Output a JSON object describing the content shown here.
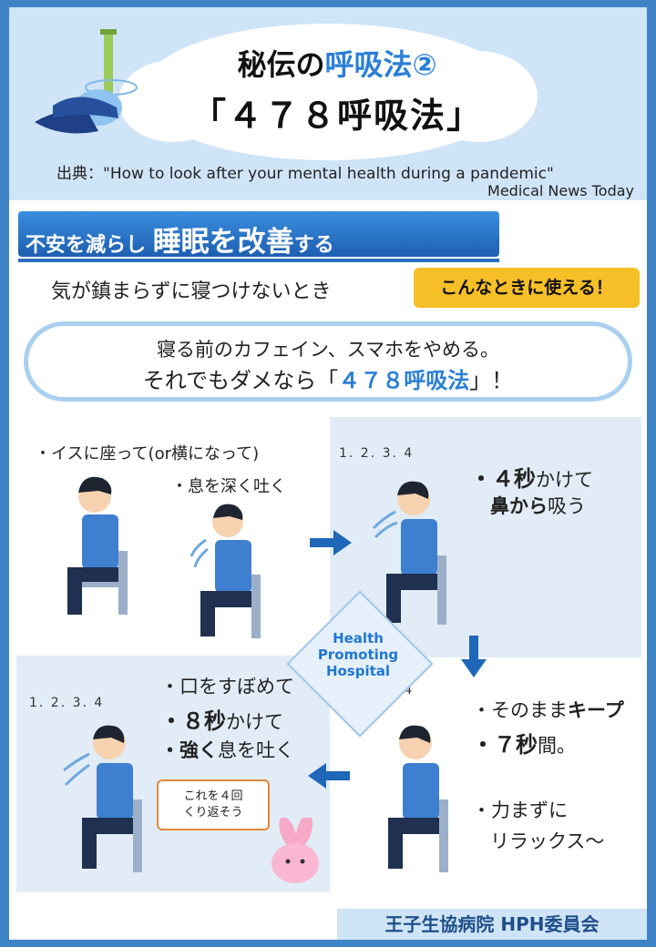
{
  "title": {
    "prefix": "秘伝の",
    "accent": "呼吸法②",
    "main": "「４７８呼吸法」"
  },
  "source": {
    "line1": "出典：\"How to look after your mental health during a pandemic\"",
    "line2": "Medical News Today"
  },
  "banner": {
    "part1": "不安を減らし",
    "part2": "睡眠を改善",
    "part3": "する"
  },
  "when": {
    "text": "気が鎮まらずに寝つけないとき",
    "tag": "こんなときに使える！"
  },
  "tip": {
    "line1": "寝る前のカフェイン、スマホをやめる。",
    "line2_prefix": "それでもダメなら「",
    "line2_accent": "４７８呼吸法",
    "line2_suffix": "」！"
  },
  "steps": {
    "sit": "・イスに座って(or横になって)",
    "exhale": "・息を深く吐く",
    "inhale_b": "・４秒",
    "inhale_rest": "かけて",
    "inhale_line2_b": "鼻から",
    "inhale_line2_rest": "吸う",
    "keep1_prefix": "・そのまま",
    "keep1_b": "キープ",
    "keep2_b": "・７秒",
    "keep2_rest": "間。",
    "relax1": "・力まずに",
    "relax2": "リラックス〜",
    "out1": "・口をすぼめて",
    "out2_b": "・８秒",
    "out2_rest": "かけて",
    "out3_b": "・強く",
    "out3_rest": "息を吐く",
    "count": "1. 2. 3. 4"
  },
  "bubble": {
    "line1": "これを４回",
    "line2": "くり返そう"
  },
  "hph": {
    "line1": "Health",
    "line2": "Promoting",
    "line3": "Hospital"
  },
  "footer": "王子生協病院 HPH委員会"
}
